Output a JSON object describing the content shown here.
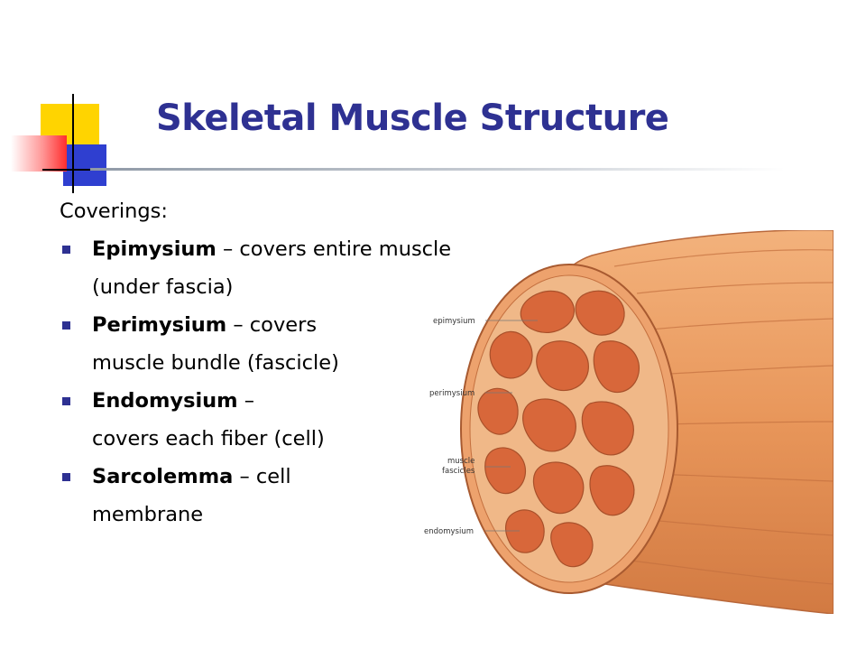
{
  "slide": {
    "title": "Skeletal Muscle Structure",
    "intro": "Coverings:",
    "items": [
      {
        "term": "Epimysium",
        "text_line1": " – covers entire muscle",
        "text_line2": "(under fascia)"
      },
      {
        "term": "Perimysium",
        "text_line1": " – covers",
        "text_line2": "muscle bundle (fascicle)"
      },
      {
        "term": "Endomysium",
        "text_line1": " –",
        "text_line2": "covers each fiber (cell)"
      },
      {
        "term": "Sarcolemma",
        "text_line1": " – cell",
        "text_line2": "membrane"
      }
    ]
  },
  "diagram": {
    "labels": {
      "epimysium": "epimysium",
      "perimysium": "perimysium",
      "fascicles_line1": "muscle",
      "fascicles_line2": "fascicles",
      "endomysium": "endomysium"
    }
  },
  "colors": {
    "title": "#2e3192",
    "bullet": "#2e3192",
    "muscle_outer": "#e8965a",
    "fascicle": "#d8673a"
  }
}
